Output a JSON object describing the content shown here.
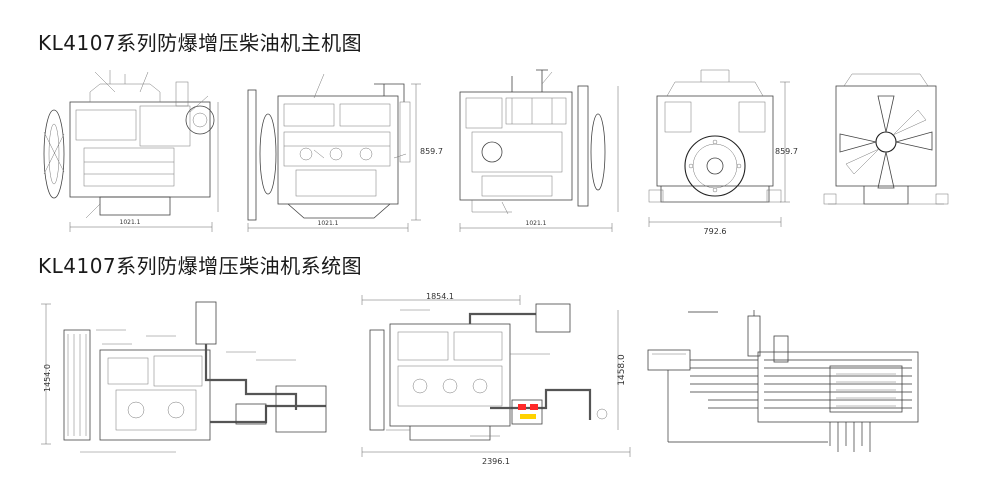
{
  "titles": {
    "main_views": "KL4107系列防爆增压柴油机主机图",
    "system_views": "KL4107系列防爆增压柴油机系统图"
  },
  "dimensions": {
    "view1_length": "1021.1",
    "view2_length": "1021.1",
    "view2_height": "859.7",
    "view3_length": "1021.1",
    "view4_height": "859.7",
    "view4_width": "792.6",
    "sys1_height": "1454.0",
    "sys2_width_top": "1854.1",
    "sys2_width_bottom": "2396.1",
    "sys2_height": "1458.0"
  },
  "colors": {
    "line": "#444444",
    "accent_red": "#ff2a2a",
    "accent_yellow": "#ffd200"
  }
}
